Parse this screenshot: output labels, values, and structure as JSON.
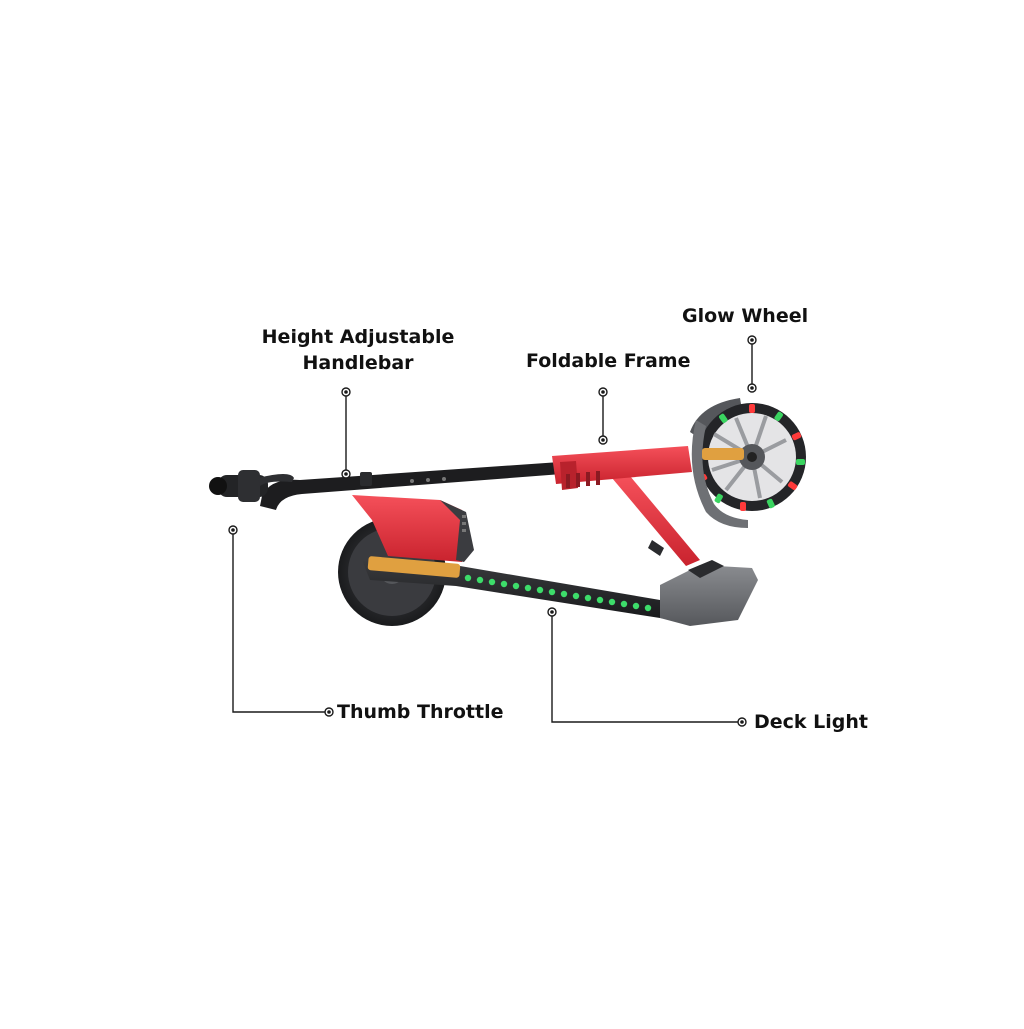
{
  "callouts": {
    "height_adjustable_handlebar": {
      "line1": "Height Adjustable",
      "line2": "Handlebar"
    },
    "foldable_frame": "Foldable Frame",
    "glow_wheel": "Glow Wheel",
    "thumb_throttle": "Thumb Throttle",
    "deck_light": "Deck Light"
  },
  "colors": {
    "frame_red": "#e8323f",
    "frame_red_dark": "#b8222c",
    "stem_black": "#1d1d1f",
    "tire_dark": "#2b2b2e",
    "deck_grey": "#6e7074",
    "deck_light_green": "#3ddc6a",
    "reflector_amber": "#e0a040",
    "wheel_led_red": "#ff3a3a",
    "wheel_led_green": "#3ad460"
  },
  "icons": {
    "callout_marker": "circle-dot-icon"
  }
}
